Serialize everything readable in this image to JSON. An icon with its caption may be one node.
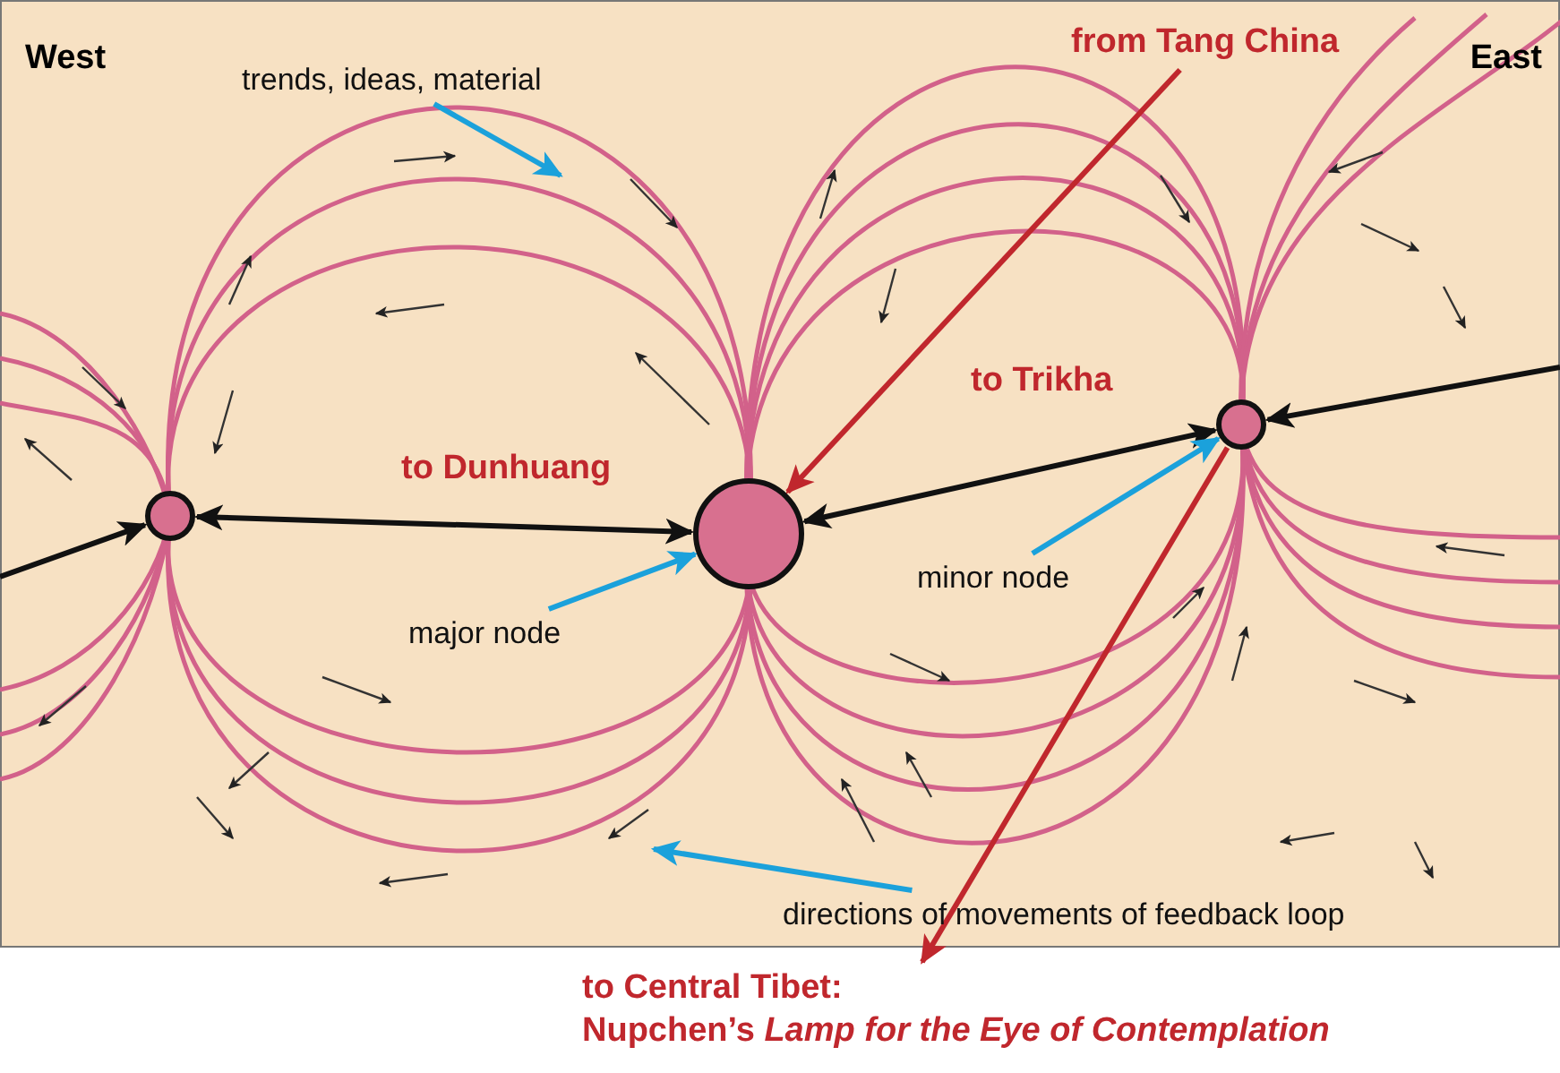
{
  "diagram": {
    "nodes": [
      {
        "text": [
          "trends, ideas, material"
        ]
      },
      {
        "text": [
          "from Tang China"
        ]
      },
      {
        "text": [],
        "shape": "circle"
      },
      {
        "text": [],
        "shape": "circle"
      },
      {
        "text": [],
        "shape": "circle"
      },
      {
        "text": [
          "major node"
        ]
      },
      {
        "text": [
          "minor node"
        ]
      },
      {
        "text": [
          "directions of movements of feedback loop"
        ]
      },
      {
        "text": [
          "to Central Tibet:",
          "Nupchen’s *Lamp for the Eye of Contemplation*"
        ]
      }
    ],
    "edges": [
      {
        "from": null,
        "to": 2,
        "arrow": "to"
      },
      {
        "from": 2,
        "to": 3,
        "arrow": "both",
        "label": "to Dunhuang"
      },
      {
        "from": 3,
        "to": 4,
        "arrow": "both",
        "label": "to Trikha"
      },
      {
        "from": null,
        "to": 4,
        "arrow": "to"
      },
      {
        "from": 1,
        "to": 3,
        "arrow": "to",
        "color": "#c0272d"
      },
      {
        "from": 4,
        "to": 8,
        "arrow": "to",
        "color": "#c0272d"
      },
      {
        "from": 5,
        "to": 3,
        "arrow": "to",
        "color": "#1ba1db"
      },
      {
        "from": 6,
        "to": 4,
        "arrow": "to",
        "color": "#1ba1db"
      },
      {
        "from": 0,
        "to": null,
        "arrow": "to",
        "color": "#1ba1db"
      },
      {
        "from": 7,
        "to": null,
        "arrow": "to",
        "color": "#1ba1db"
      }
    ],
    "labels": [
      "West",
      "East"
    ]
  }
}
